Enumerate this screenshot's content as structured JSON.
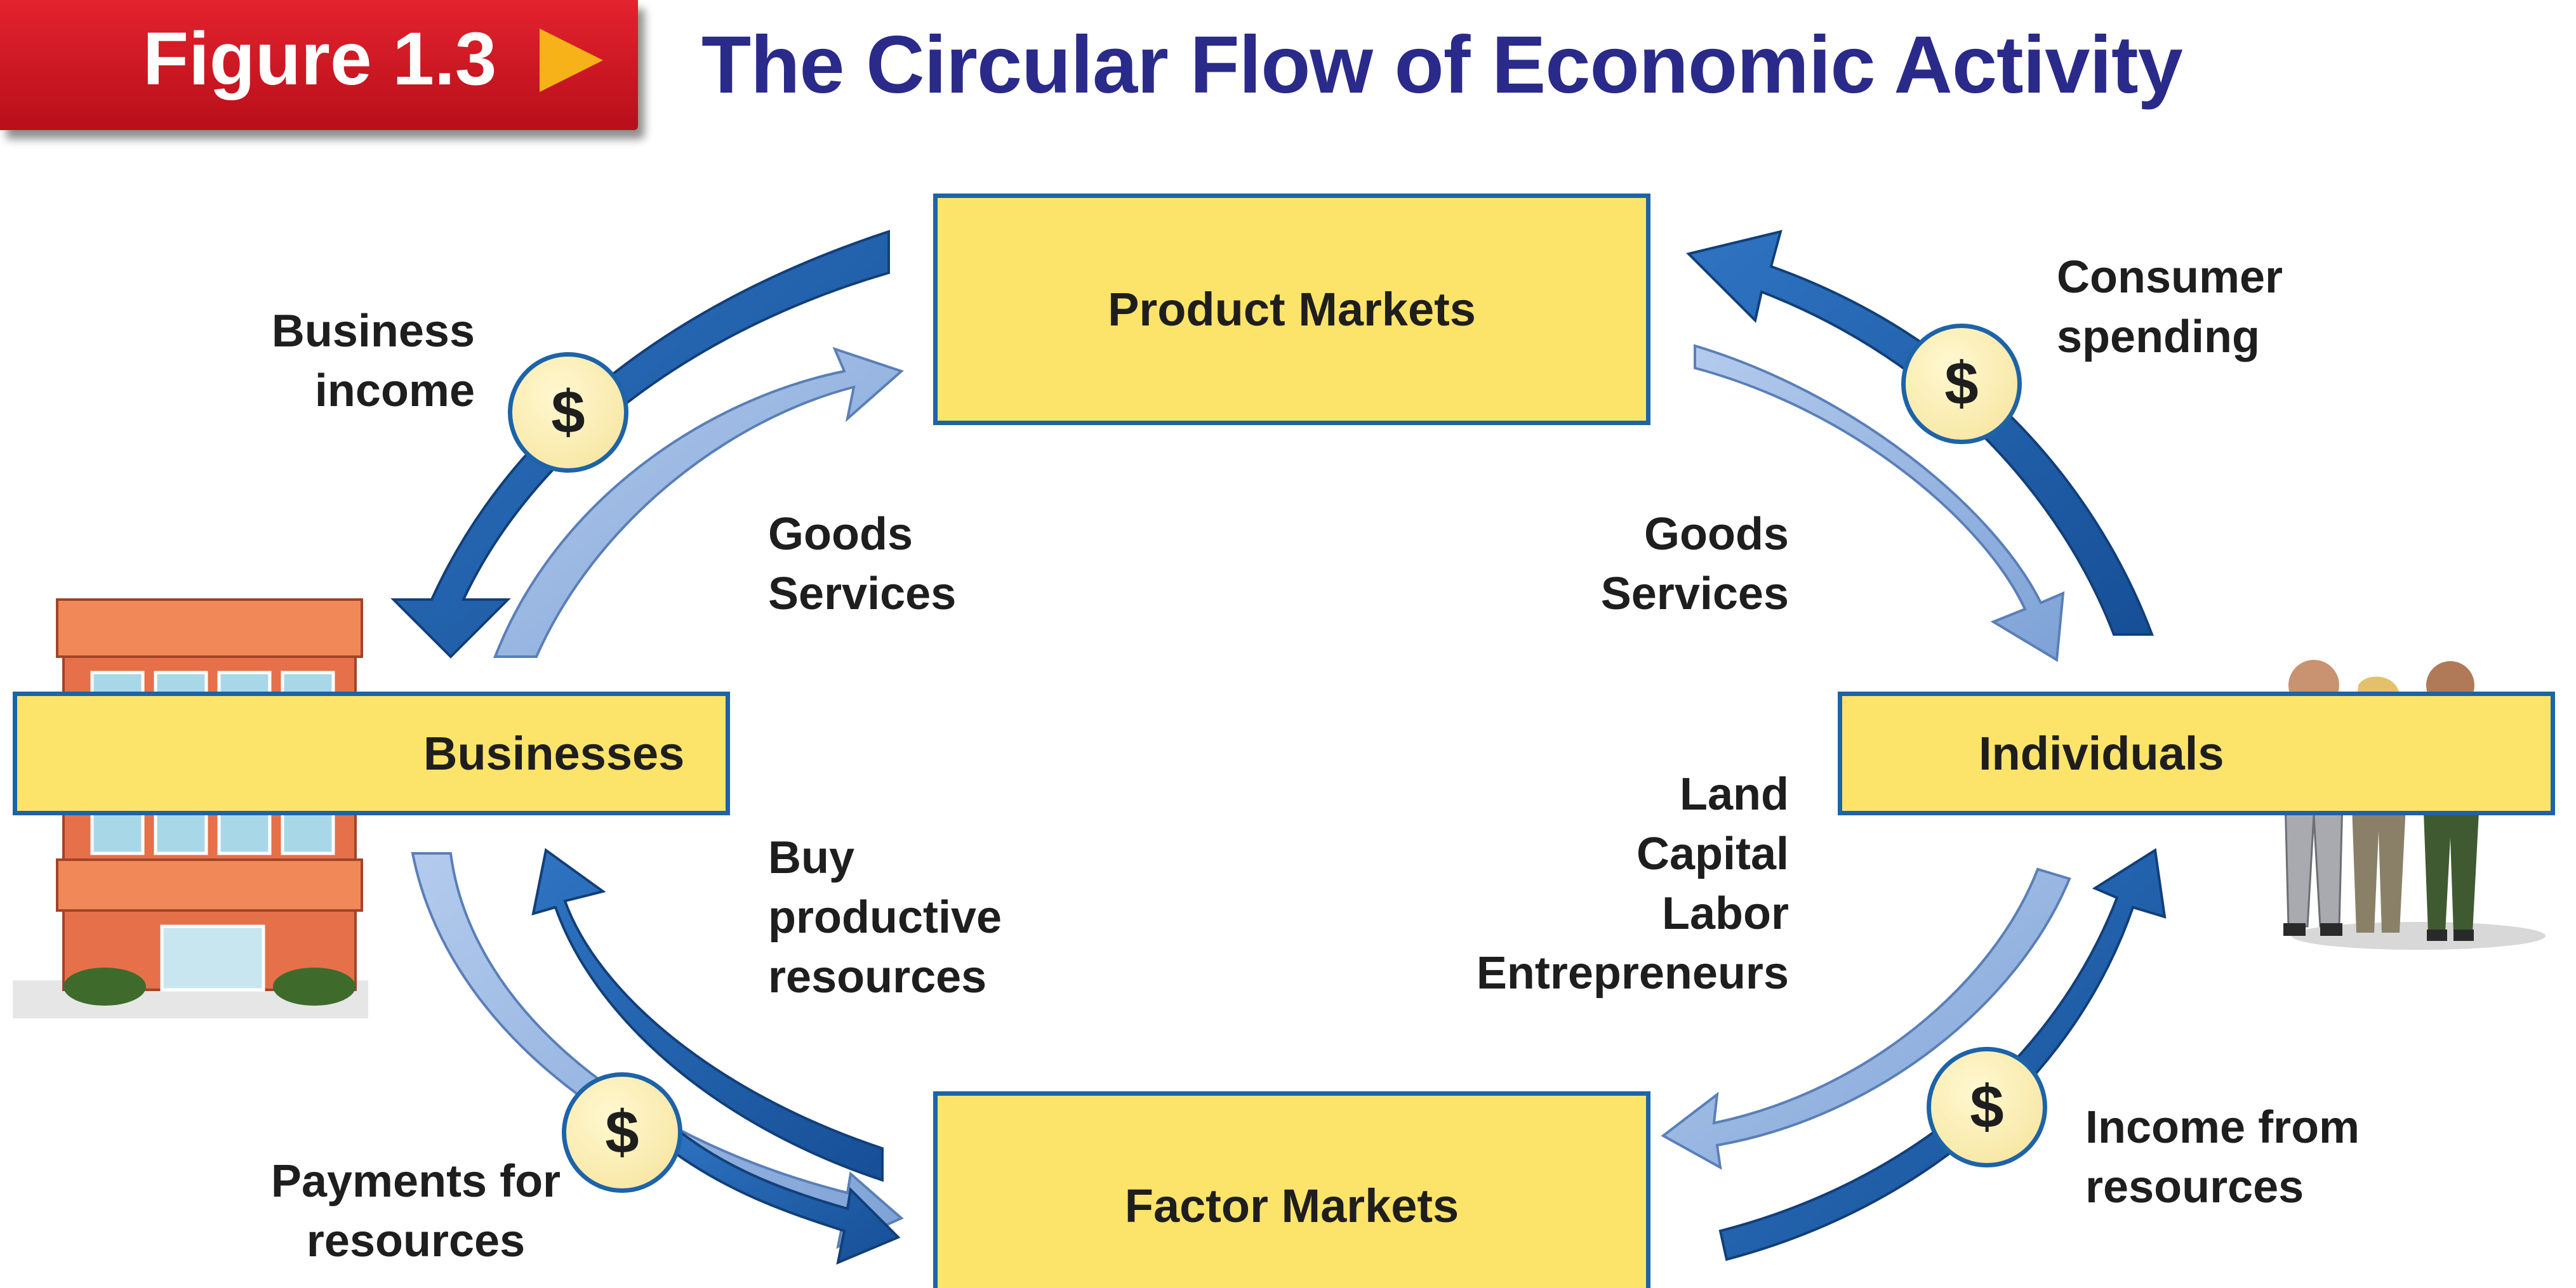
{
  "header": {
    "figure_label": "Figure 1.3",
    "title": "The Circular Flow of Economic Activity"
  },
  "boxes": {
    "product_markets": "Product Markets",
    "factor_markets": "Factor Markets",
    "businesses": "Businesses",
    "individuals": "Individuals"
  },
  "labels": {
    "business_income": [
      "Business",
      "income"
    ],
    "consumer_spending": [
      "Consumer",
      "spending"
    ],
    "goods_services_left": [
      "Goods",
      "Services"
    ],
    "goods_services_right": [
      "Goods",
      "Services"
    ],
    "buy_resources": [
      "Buy",
      "productive",
      "resources"
    ],
    "factors": [
      "Land",
      "Capital",
      "Labor",
      "Entrepreneurs"
    ],
    "payments_for_resources": [
      "Payments for",
      "resources"
    ],
    "income_from_resources": [
      "Income from",
      "resources"
    ]
  },
  "coin_symbol": "$",
  "colors": {
    "figure_tab": "#d01a25",
    "title": "#2a2a8a",
    "box_fill": "#fce36a",
    "box_border": "#1d63a8",
    "money_arrow": "#1d5fae",
    "goods_arrow": "#8fb0dd"
  },
  "icons": [
    "office-building-icon",
    "people-group-icon",
    "dollar-coin-icon"
  ]
}
